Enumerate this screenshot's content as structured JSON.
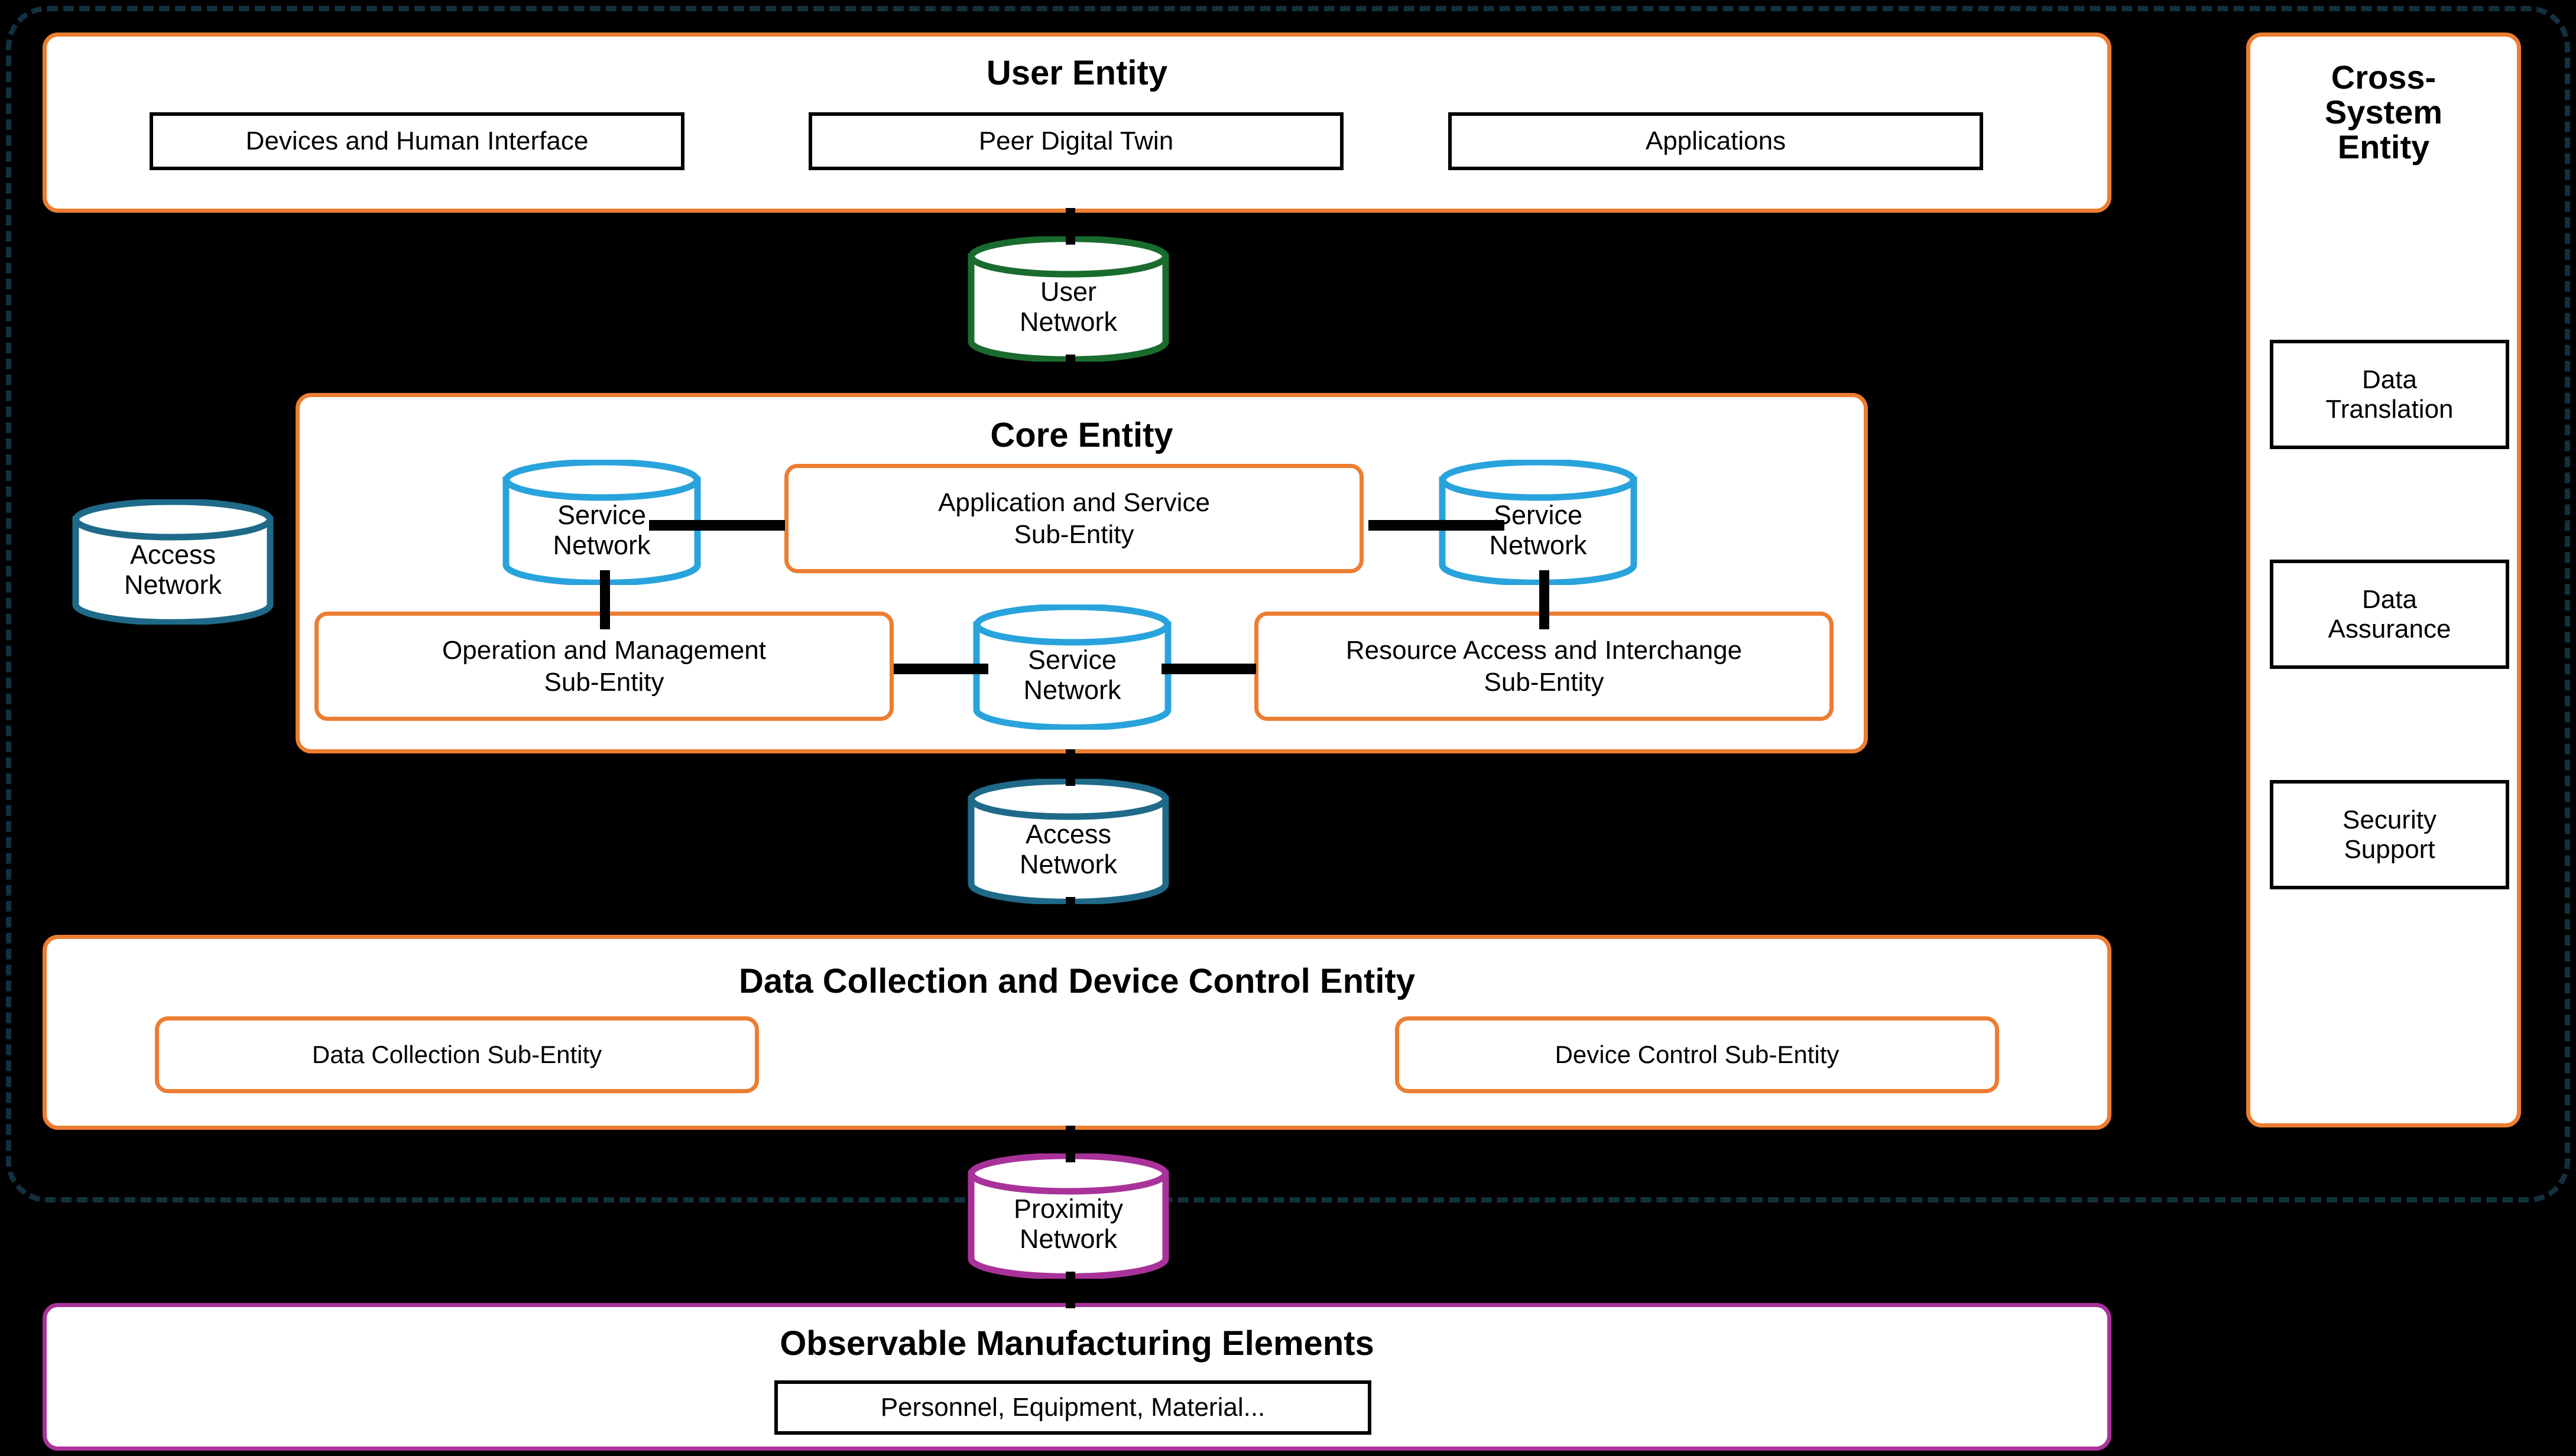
{
  "diagram": {
    "title_hidden": "Digital Twin System Reference Architecture",
    "colors": {
      "entity_border": "#ed7d31",
      "boundary_dashed": "#12303f",
      "service_network": "#29a3dc",
      "access_network": "#1f6a88",
      "user_network": "#1a6b2e",
      "proximity_network": "#a9329a",
      "connector": "#000000",
      "background": "#000000",
      "panel_fill": "#ffffff"
    }
  },
  "user_entity": {
    "title": "User Entity",
    "items": [
      {
        "label": "Devices and Human Interface"
      },
      {
        "label": "Peer Digital Twin"
      },
      {
        "label": "Applications"
      }
    ]
  },
  "core_entity": {
    "title": "Core Entity",
    "sub_entities": [
      {
        "label": "Application and Service\nSub-Entity",
        "line1": "Application and Service",
        "line2": "Sub-Entity"
      },
      {
        "label": "Operation and Management\nSub-Entity",
        "line1": "Operation and Management",
        "line2": "Sub-Entity"
      },
      {
        "label": "Resource Access and Interchange\nSub-Entity",
        "line1": "Resource Access and Interchange",
        "line2": "Sub-Entity"
      }
    ]
  },
  "data_collection_entity": {
    "title": "Data Collection and Device Control Entity",
    "sub_entities": [
      {
        "label": "Data Collection Sub-Entity"
      },
      {
        "label": "Device Control Sub-Entity"
      }
    ]
  },
  "observable_elements": {
    "title": "Observable Manufacturing Elements",
    "items": [
      {
        "label": "Personnel, Equipment, Material..."
      }
    ]
  },
  "cross_system_entity": {
    "title_lines": [
      "Cross-",
      "System",
      "Entity"
    ],
    "title": "Cross-System Entity",
    "items": [
      {
        "line1": "Data",
        "line2": "Translation"
      },
      {
        "line1": "Data",
        "line2": "Assurance"
      },
      {
        "line1": "Security",
        "line2": "Support"
      }
    ]
  },
  "networks": [
    {
      "id": "user-network",
      "line1": "User",
      "line2": "Network",
      "color": "#1a6b2e"
    },
    {
      "id": "access-network-left",
      "line1": "Access",
      "line2": "Network",
      "color": "#1f6a88"
    },
    {
      "id": "access-network-mid",
      "line1": "Access",
      "line2": "Network",
      "color": "#1f6a88"
    },
    {
      "id": "service-network-left",
      "line1": "Service",
      "line2": "Network",
      "color": "#29a3dc"
    },
    {
      "id": "service-network-right",
      "line1": "Service",
      "line2": "Network",
      "color": "#29a3dc"
    },
    {
      "id": "service-network-mid",
      "line1": "Service",
      "line2": "Network",
      "color": "#29a3dc"
    },
    {
      "id": "proximity-network",
      "line1": "Proximity",
      "line2": "Network",
      "color": "#a9329a"
    }
  ]
}
